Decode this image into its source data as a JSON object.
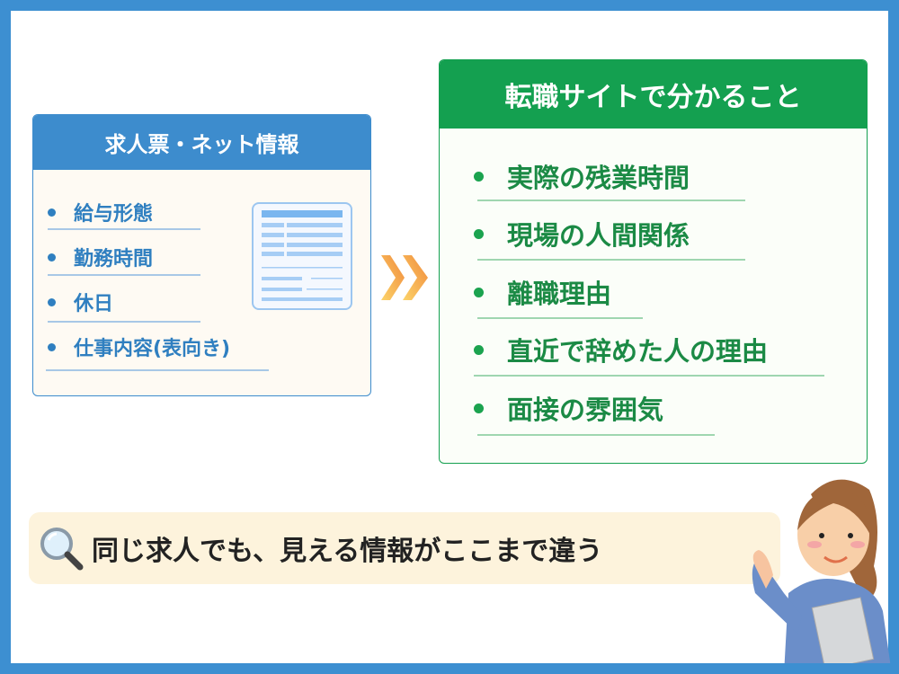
{
  "left_card": {
    "title": "求人票・ネット情報",
    "items": [
      "給与形態",
      "勤務時間",
      "休日",
      "仕事内容(表向き)"
    ]
  },
  "right_card": {
    "title": "転職サイトで分かること",
    "items": [
      "実際の残業時間",
      "現場の人間関係",
      "離職理由",
      "直近で辞めた人の理由",
      "面接の雰囲気"
    ]
  },
  "banner": {
    "text": "同じ求人でも、見える情報がここまで違う"
  },
  "colors": {
    "frame": "#3d8fd1",
    "left_accent": "#3d8ccd",
    "right_accent": "#14a050",
    "arrow": "#f08a3c"
  }
}
